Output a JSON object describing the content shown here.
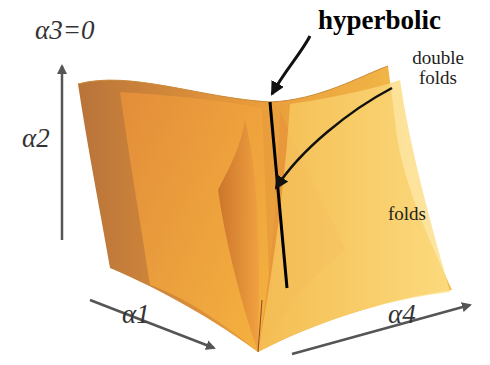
{
  "diagram": {
    "labels": [
      "α3=0",
      "α2",
      "hyperbolic",
      "double folds",
      "folds",
      "α1",
      "α4"
    ]
  }
}
